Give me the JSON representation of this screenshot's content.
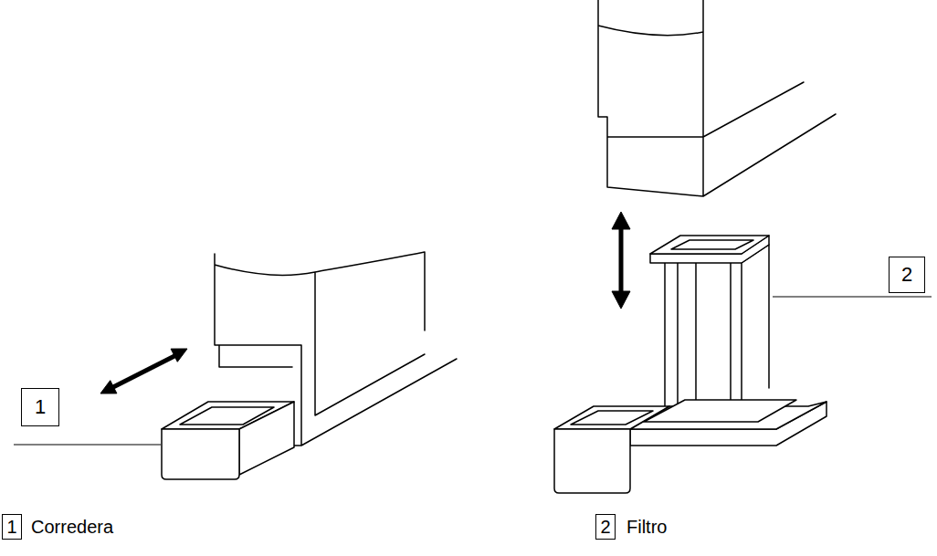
{
  "diagram": {
    "nodes": [
      {
        "text": [
          "1"
        ]
      },
      {
        "text": [
          "2"
        ]
      },
      {
        "text": [
          "1"
        ]
      },
      {
        "text": [
          "2"
        ]
      }
    ],
    "labels": [
      "Corredera",
      "Filtro"
    ]
  }
}
